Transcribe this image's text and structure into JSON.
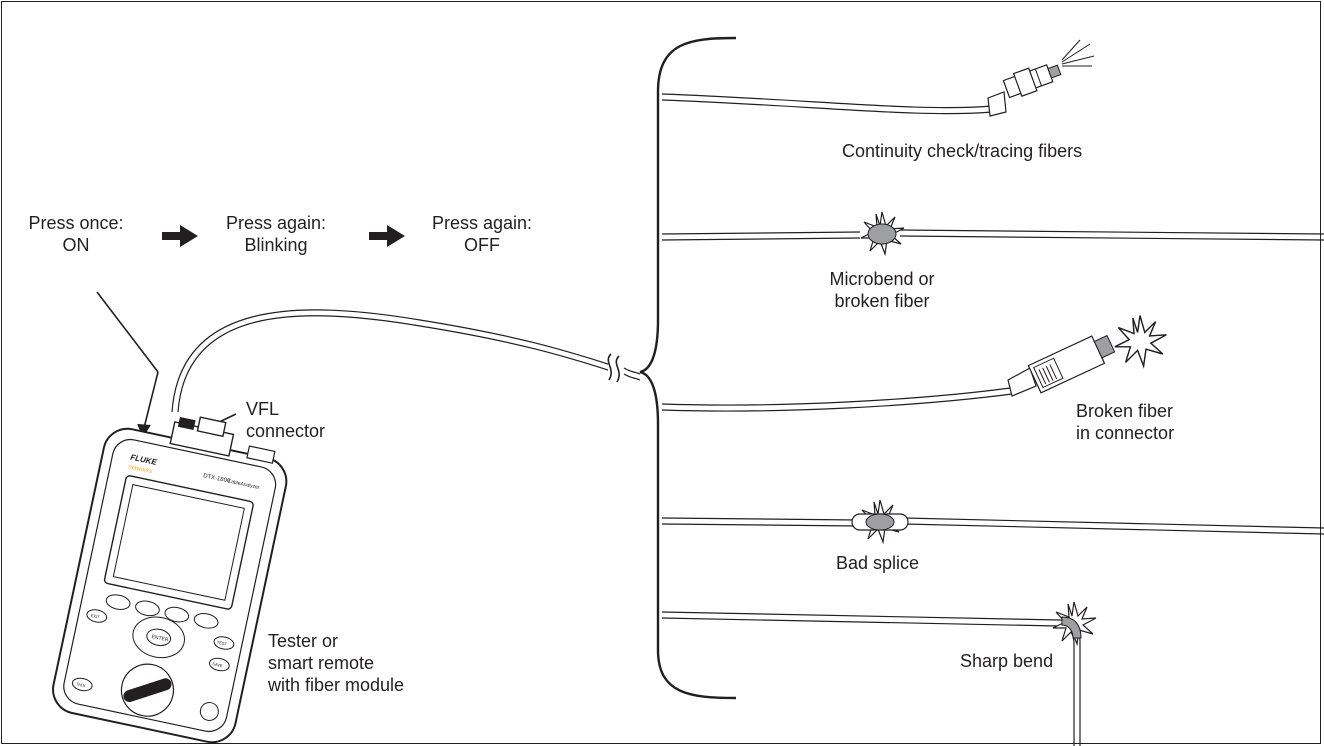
{
  "diagram": {
    "colors": {
      "ink": "#231f20",
      "glow": "#9d9fa2",
      "brand": "#f7a823",
      "paper": "#ffffff"
    },
    "steps": [
      {
        "title": "Press once:",
        "state": "ON"
      },
      {
        "title": "Press again:",
        "state": "Blinking"
      },
      {
        "title": "Press again:",
        "state": "OFF"
      }
    ],
    "callouts": {
      "vfl_line1": "VFL",
      "vfl_line2": "connector",
      "tester_line1": "Tester or",
      "tester_line2": "smart remote",
      "tester_line3": "with fiber module"
    },
    "device": {
      "brand": "FLUKE",
      "brand_sub": "networks",
      "model": "DTX-1800",
      "model_sub": "CableAnalyzer",
      "enter_key": "ENTER",
      "test_key": "TEST",
      "save_key": "SAVE",
      "exit_key": "EXIT",
      "talk_key": "TALK"
    },
    "scenarios": [
      {
        "name": "continuity",
        "line1": "Continuity check/tracing fibers",
        "line2": ""
      },
      {
        "name": "microbend",
        "line1": "Microbend or",
        "line2": "broken fiber"
      },
      {
        "name": "broken-connector",
        "line1": "Broken fiber",
        "line2": "in connector"
      },
      {
        "name": "bad-splice",
        "line1": "Bad splice",
        "line2": ""
      },
      {
        "name": "sharp-bend",
        "line1": "Sharp bend",
        "line2": ""
      }
    ]
  }
}
